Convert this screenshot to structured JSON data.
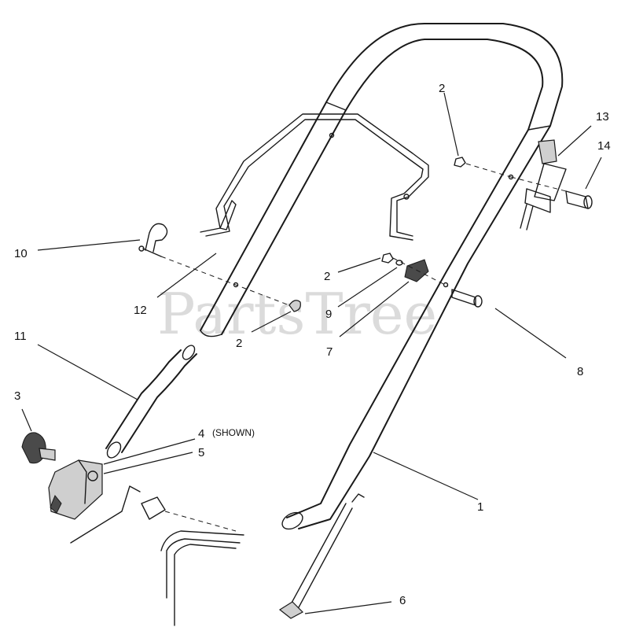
{
  "watermark": "PartsTree",
  "callouts": {
    "c1": "1",
    "c2a": "2",
    "c2b": "2",
    "c2c": "2",
    "c3": "3",
    "c4": "4",
    "c4_note": "(SHOWN)",
    "c5": "5",
    "c6": "6",
    "c7": "7",
    "c8": "8",
    "c9": "9",
    "c10": "10",
    "c11": "11",
    "c12": "12",
    "c13": "13",
    "c14": "14"
  }
}
